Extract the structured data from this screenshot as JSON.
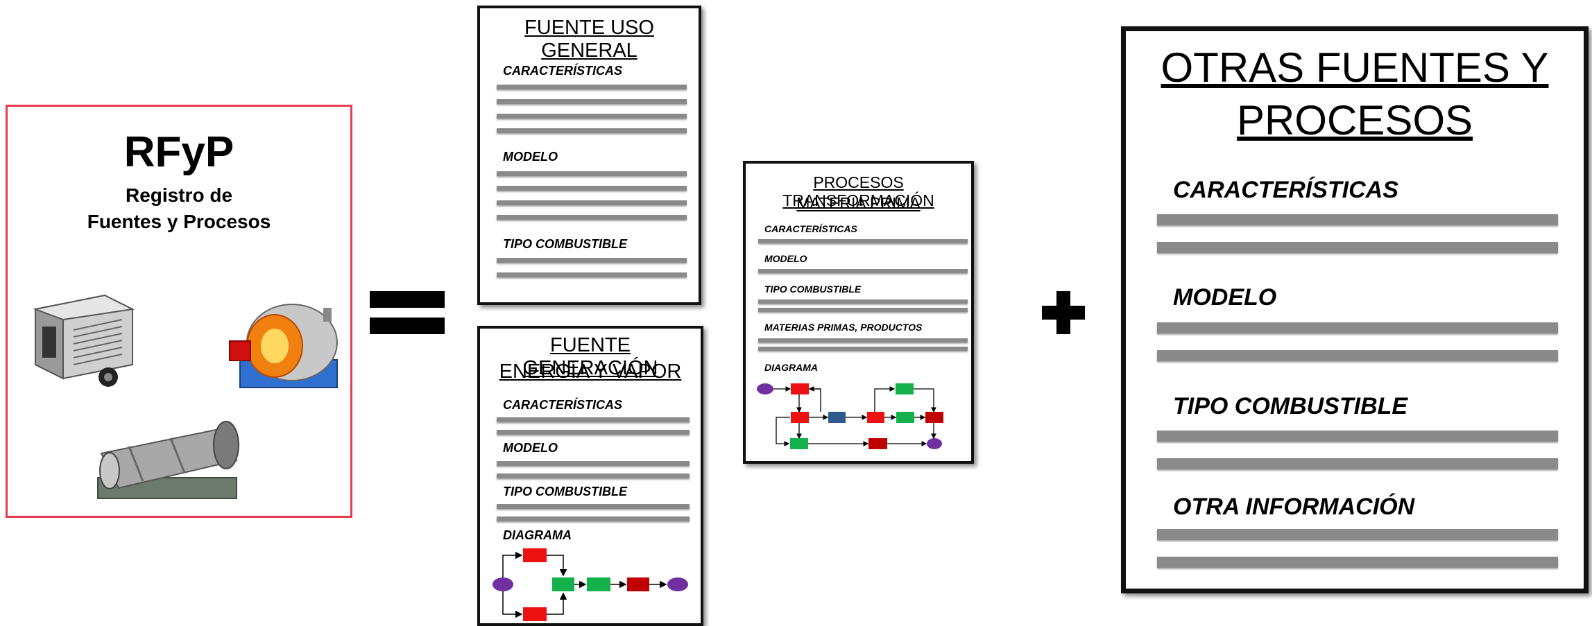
{
  "rfyp": {
    "title": "RFyP",
    "subtitle_line1": "Registro de",
    "subtitle_line2": "Fuentes y Procesos",
    "images": [
      "generator-image",
      "boiler-image",
      "rotary-kiln-image"
    ]
  },
  "symbols": {
    "equals": "=",
    "plus": "+"
  },
  "fuente_uso_general": {
    "title": "FUENTE USO GENERAL",
    "sections": [
      "CARACTERÍSTICAS",
      "MODELO",
      "TIPO COMBUSTIBLE"
    ]
  },
  "fuente_generacion": {
    "title_line1": "FUENTE GENERACIÓN",
    "title_line2": "ENERGÍA Y VAPOR",
    "sections": [
      "CARACTERÍSTICAS",
      "MODELO",
      "TIPO COMBUSTIBLE",
      "DIAGRAMA"
    ]
  },
  "procesos": {
    "title_line1": "PROCESOS TRANSFORMACIÓN",
    "title_line2": "MATERIA PRIMA",
    "sections": [
      "CARACTERÍSTICAS",
      "MODELO",
      "TIPO COMBUSTIBLE",
      "MATERIAS PRIMAS, PRODUCTOS",
      "DIAGRAMA"
    ]
  },
  "otras": {
    "title_line1": "OTRAS FUENTES Y",
    "title_line2": "PROCESOS",
    "sections": [
      "CARACTERÍSTICAS",
      "MODELO",
      "TIPO COMBUSTIBLE",
      "OTRA INFORMACIÓN"
    ]
  },
  "colors": {
    "rfyp_border": "#e23b52",
    "red": "#ee1111",
    "dark_red": "#c00000",
    "green": "#13b04b",
    "blue": "#2e5a8e",
    "purple": "#7030a0",
    "bar_gray": "#8a8a8a"
  }
}
